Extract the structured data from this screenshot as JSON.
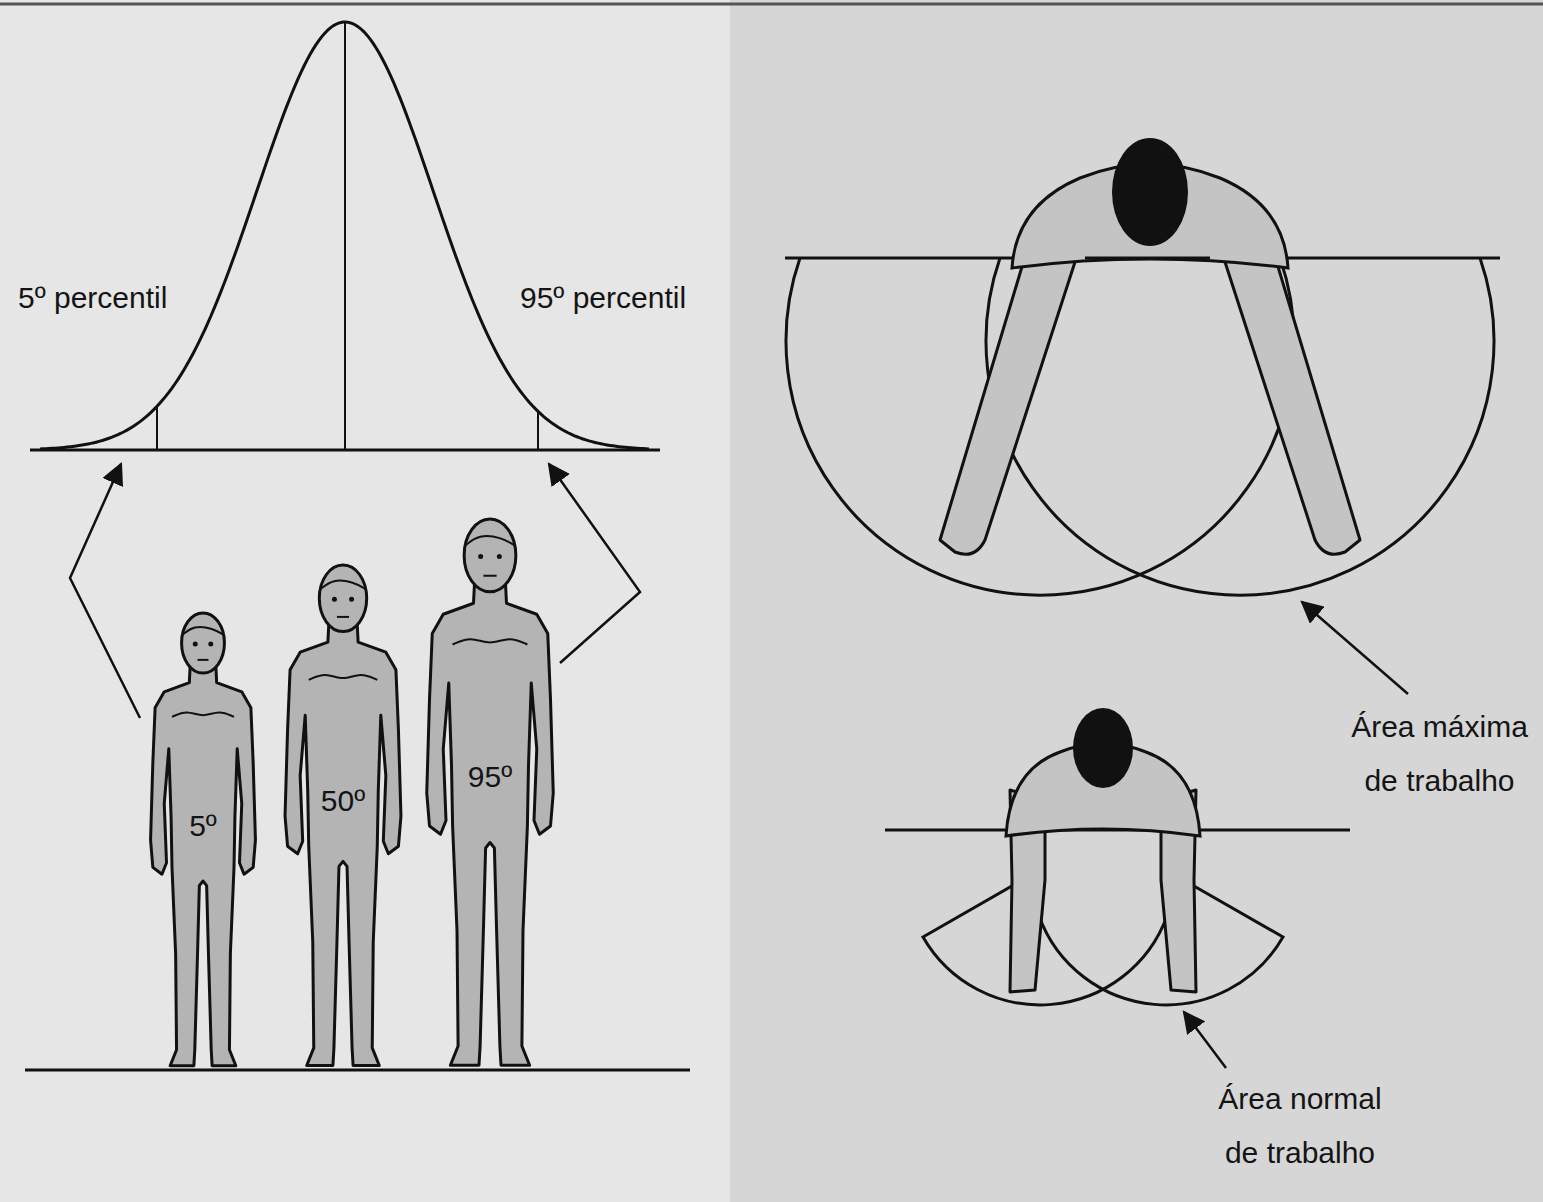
{
  "diagram": {
    "labels": [
      "5º percentil",
      "95º percentil",
      "5º",
      "50º",
      "95º",
      "Área máxima de trabalho",
      "Área normal de trabalho"
    ]
  }
}
